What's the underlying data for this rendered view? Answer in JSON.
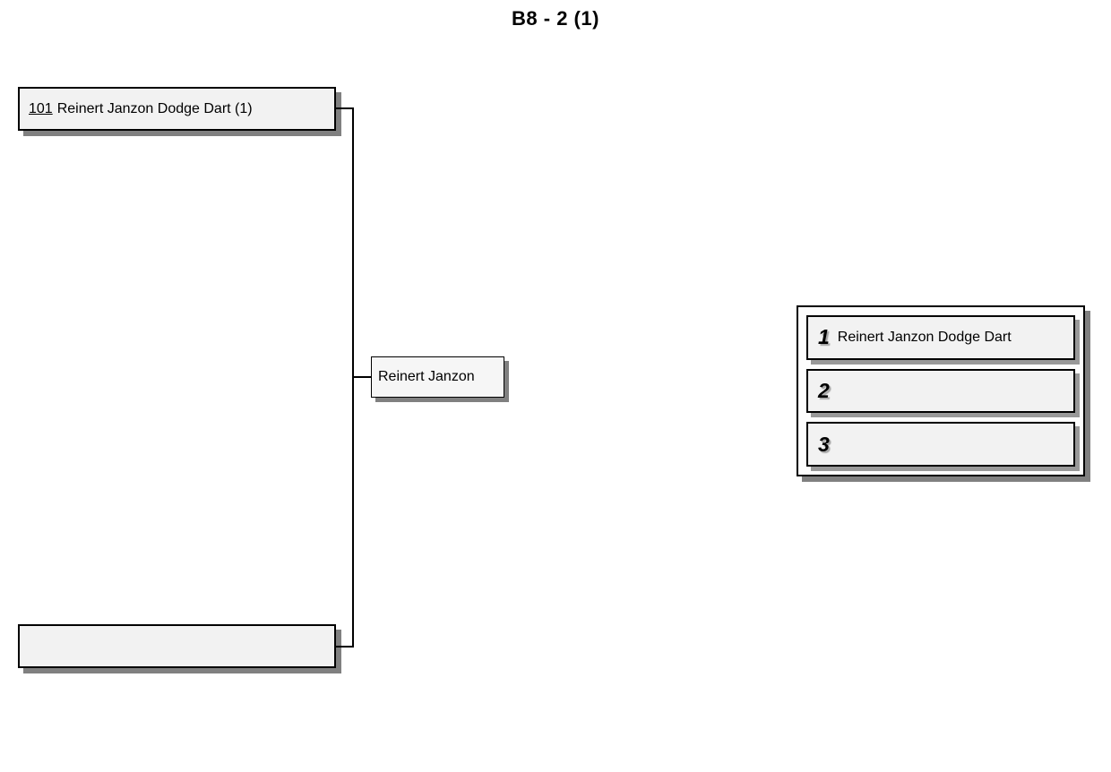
{
  "title": "B8 - 2 (1)",
  "bracket": {
    "slot_top": {
      "number": "101",
      "name": "Reinert Janzon Dodge Dart (1)"
    },
    "slot_bottom": {
      "number": "",
      "name": ""
    },
    "winner": {
      "name": "Reinert Janzon"
    }
  },
  "results": {
    "rows": [
      {
        "place": "1",
        "name": "Reinert Janzon Dodge Dart"
      },
      {
        "place": "2",
        "name": ""
      },
      {
        "place": "3",
        "name": ""
      }
    ]
  },
  "colors": {
    "background": "#ffffff",
    "box_fill": "#f2f2f2",
    "border": "#000000",
    "shadow": "#808080"
  }
}
